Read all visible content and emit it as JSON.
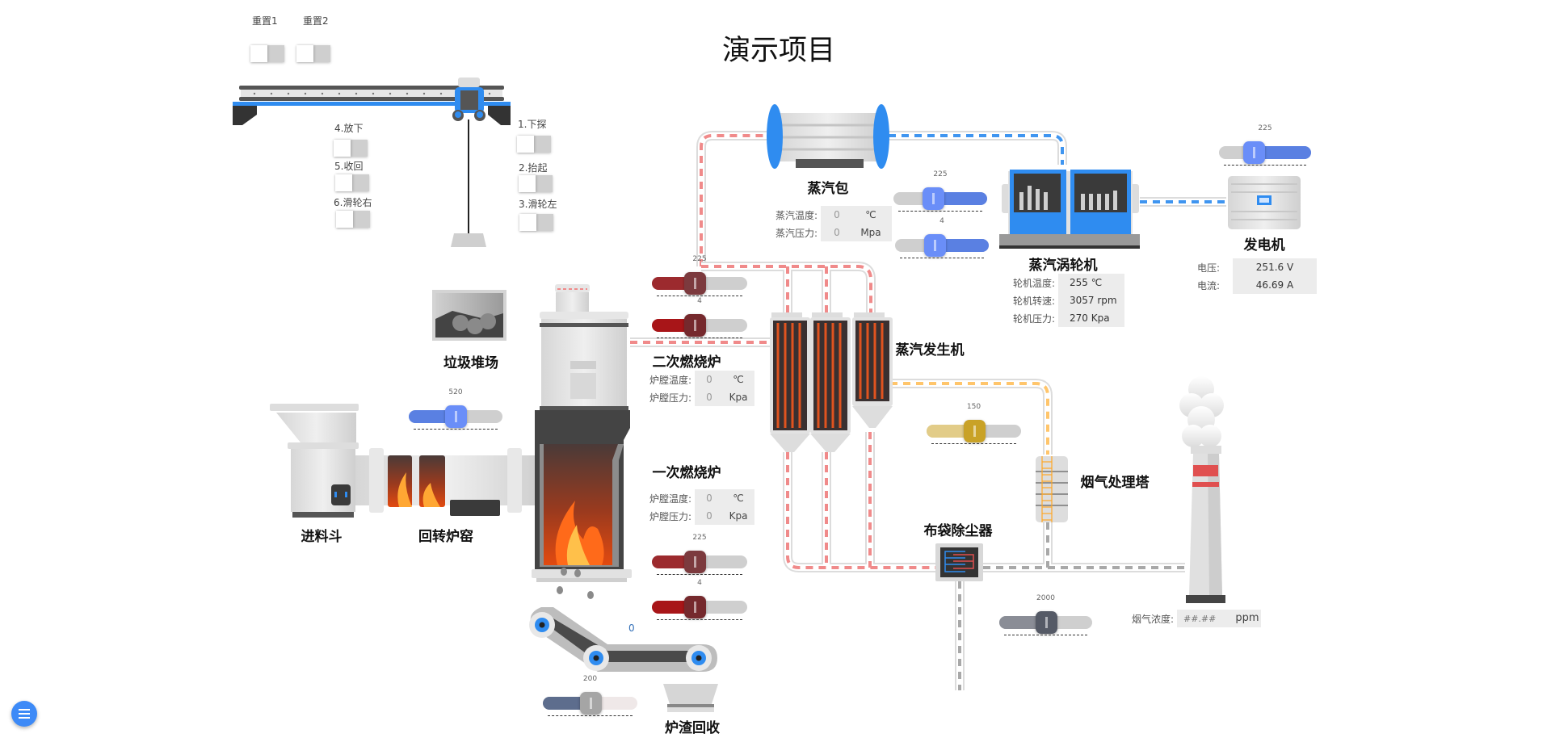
{
  "title": "演示项目",
  "reset_controls": [
    {
      "label": "重置1",
      "on": false
    },
    {
      "label": "重置2",
      "on": false
    }
  ],
  "crane_controls": {
    "lower": {
      "label": "4.放下",
      "on": false
    },
    "retract": {
      "label": "5.收回",
      "on": false
    },
    "pulley_right": {
      "label": "6.滑轮右",
      "on": false
    },
    "probe_down": {
      "label": "1.下探",
      "on": false
    },
    "lift": {
      "label": "2.抬起",
      "on": false
    },
    "pulley_left": {
      "label": "3.滑轮左",
      "on": false
    }
  },
  "equipment": {
    "garbage_yard": "垃圾堆场",
    "feed_hopper": "进料斗",
    "rotary_kiln": "回转炉窑",
    "secondary_furnace": "二次燃烧炉",
    "primary_furnace": "一次燃烧炉",
    "steam_drum": "蒸汽包",
    "steam_generator": "蒸汽发生机",
    "steam_turbine": "蒸汽涡轮机",
    "generator": "发电机",
    "bag_filter": "布袋除尘器",
    "flue_tower": "烟气处理塔",
    "slag_recovery": "炉渣回收"
  },
  "readouts": {
    "steam_drum": [
      {
        "label": "蒸汽温度:",
        "value": "0",
        "unit": "℃"
      },
      {
        "label": "蒸汽压力:",
        "value": "0",
        "unit": "Mpa"
      }
    ],
    "secondary_furnace": [
      {
        "label": "炉膛温度:",
        "value": "0",
        "unit": "℃"
      },
      {
        "label": "炉膛压力:",
        "value": "0",
        "unit": "Kpa"
      }
    ],
    "primary_furnace": [
      {
        "label": "炉膛温度:",
        "value": "0",
        "unit": "℃"
      },
      {
        "label": "炉膛压力:",
        "value": "0",
        "unit": "Kpa"
      }
    ],
    "turbine": [
      {
        "label": "轮机温度:",
        "value": "255 ℃"
      },
      {
        "label": "轮机转速:",
        "value": "3057 rpm"
      },
      {
        "label": "轮机压力:",
        "value": "270 Kpa"
      }
    ],
    "generator": [
      {
        "label": "电压:",
        "value": "251.6 V"
      },
      {
        "label": "电流:",
        "value": "46.69 A"
      }
    ],
    "flue_gas": {
      "label": "烟气浓度:",
      "placeholder": "##.##",
      "unit": "ppm"
    }
  },
  "conveyor_value": "0",
  "sliders": {
    "generator": {
      "value": "225",
      "level": 0.38,
      "fill": "#5a80e2",
      "knob": "#6a8ef8",
      "reverse": true
    },
    "turbine_temp": {
      "value": "225",
      "level": 0.42,
      "fill": "#5a80e2",
      "knob": "#6a8ef8",
      "reverse": true
    },
    "turbine_press": {
      "value": "4",
      "level": 0.42,
      "fill": "#5a80e2",
      "knob": "#6a8ef8",
      "reverse": true
    },
    "secondary_temp": {
      "value": "225",
      "level": 0.45,
      "fill": "#9c2a2e",
      "knob": "#7c3a3e",
      "reverse": false
    },
    "secondary_press": {
      "value": "4",
      "level": 0.45,
      "fill": "#a81518",
      "knob": "#75292d",
      "reverse": false
    },
    "primary_temp": {
      "value": "225",
      "level": 0.45,
      "fill": "#9c2a2e",
      "knob": "#7c3a3e",
      "reverse": false
    },
    "primary_press": {
      "value": "4",
      "level": 0.45,
      "fill": "#a81518",
      "knob": "#75292d",
      "reverse": false
    },
    "feed": {
      "value": "520",
      "level": 0.5,
      "fill": "#5a80e2",
      "knob": "#6a8ef8",
      "reverse": false
    },
    "flue_tower": {
      "value": "150",
      "level": 0.5,
      "fill": "#e2cc88",
      "knob": "#c9a227",
      "reverse": false
    },
    "flue_gas": {
      "value": "2000",
      "level": 0.5,
      "fill": "#8a8d96",
      "knob": "#555a66",
      "reverse": false
    },
    "slag": {
      "value": "200",
      "level": 0.5,
      "fill": "#5d6d8d",
      "knob": "#a5a5a5",
      "reverse": false,
      "track": "#efe8e8"
    }
  },
  "colors": {
    "flue_pipe": "#f08a8a",
    "steam_pipe": "#3f95f0",
    "exhaust_pipe": "#ffc56b",
    "clean_pipe": "#a8a8a8",
    "accent_blue": "#2f8cf0",
    "menu_button": "#3d8af7"
  },
  "menu_icon": "hamburger-menu-icon"
}
